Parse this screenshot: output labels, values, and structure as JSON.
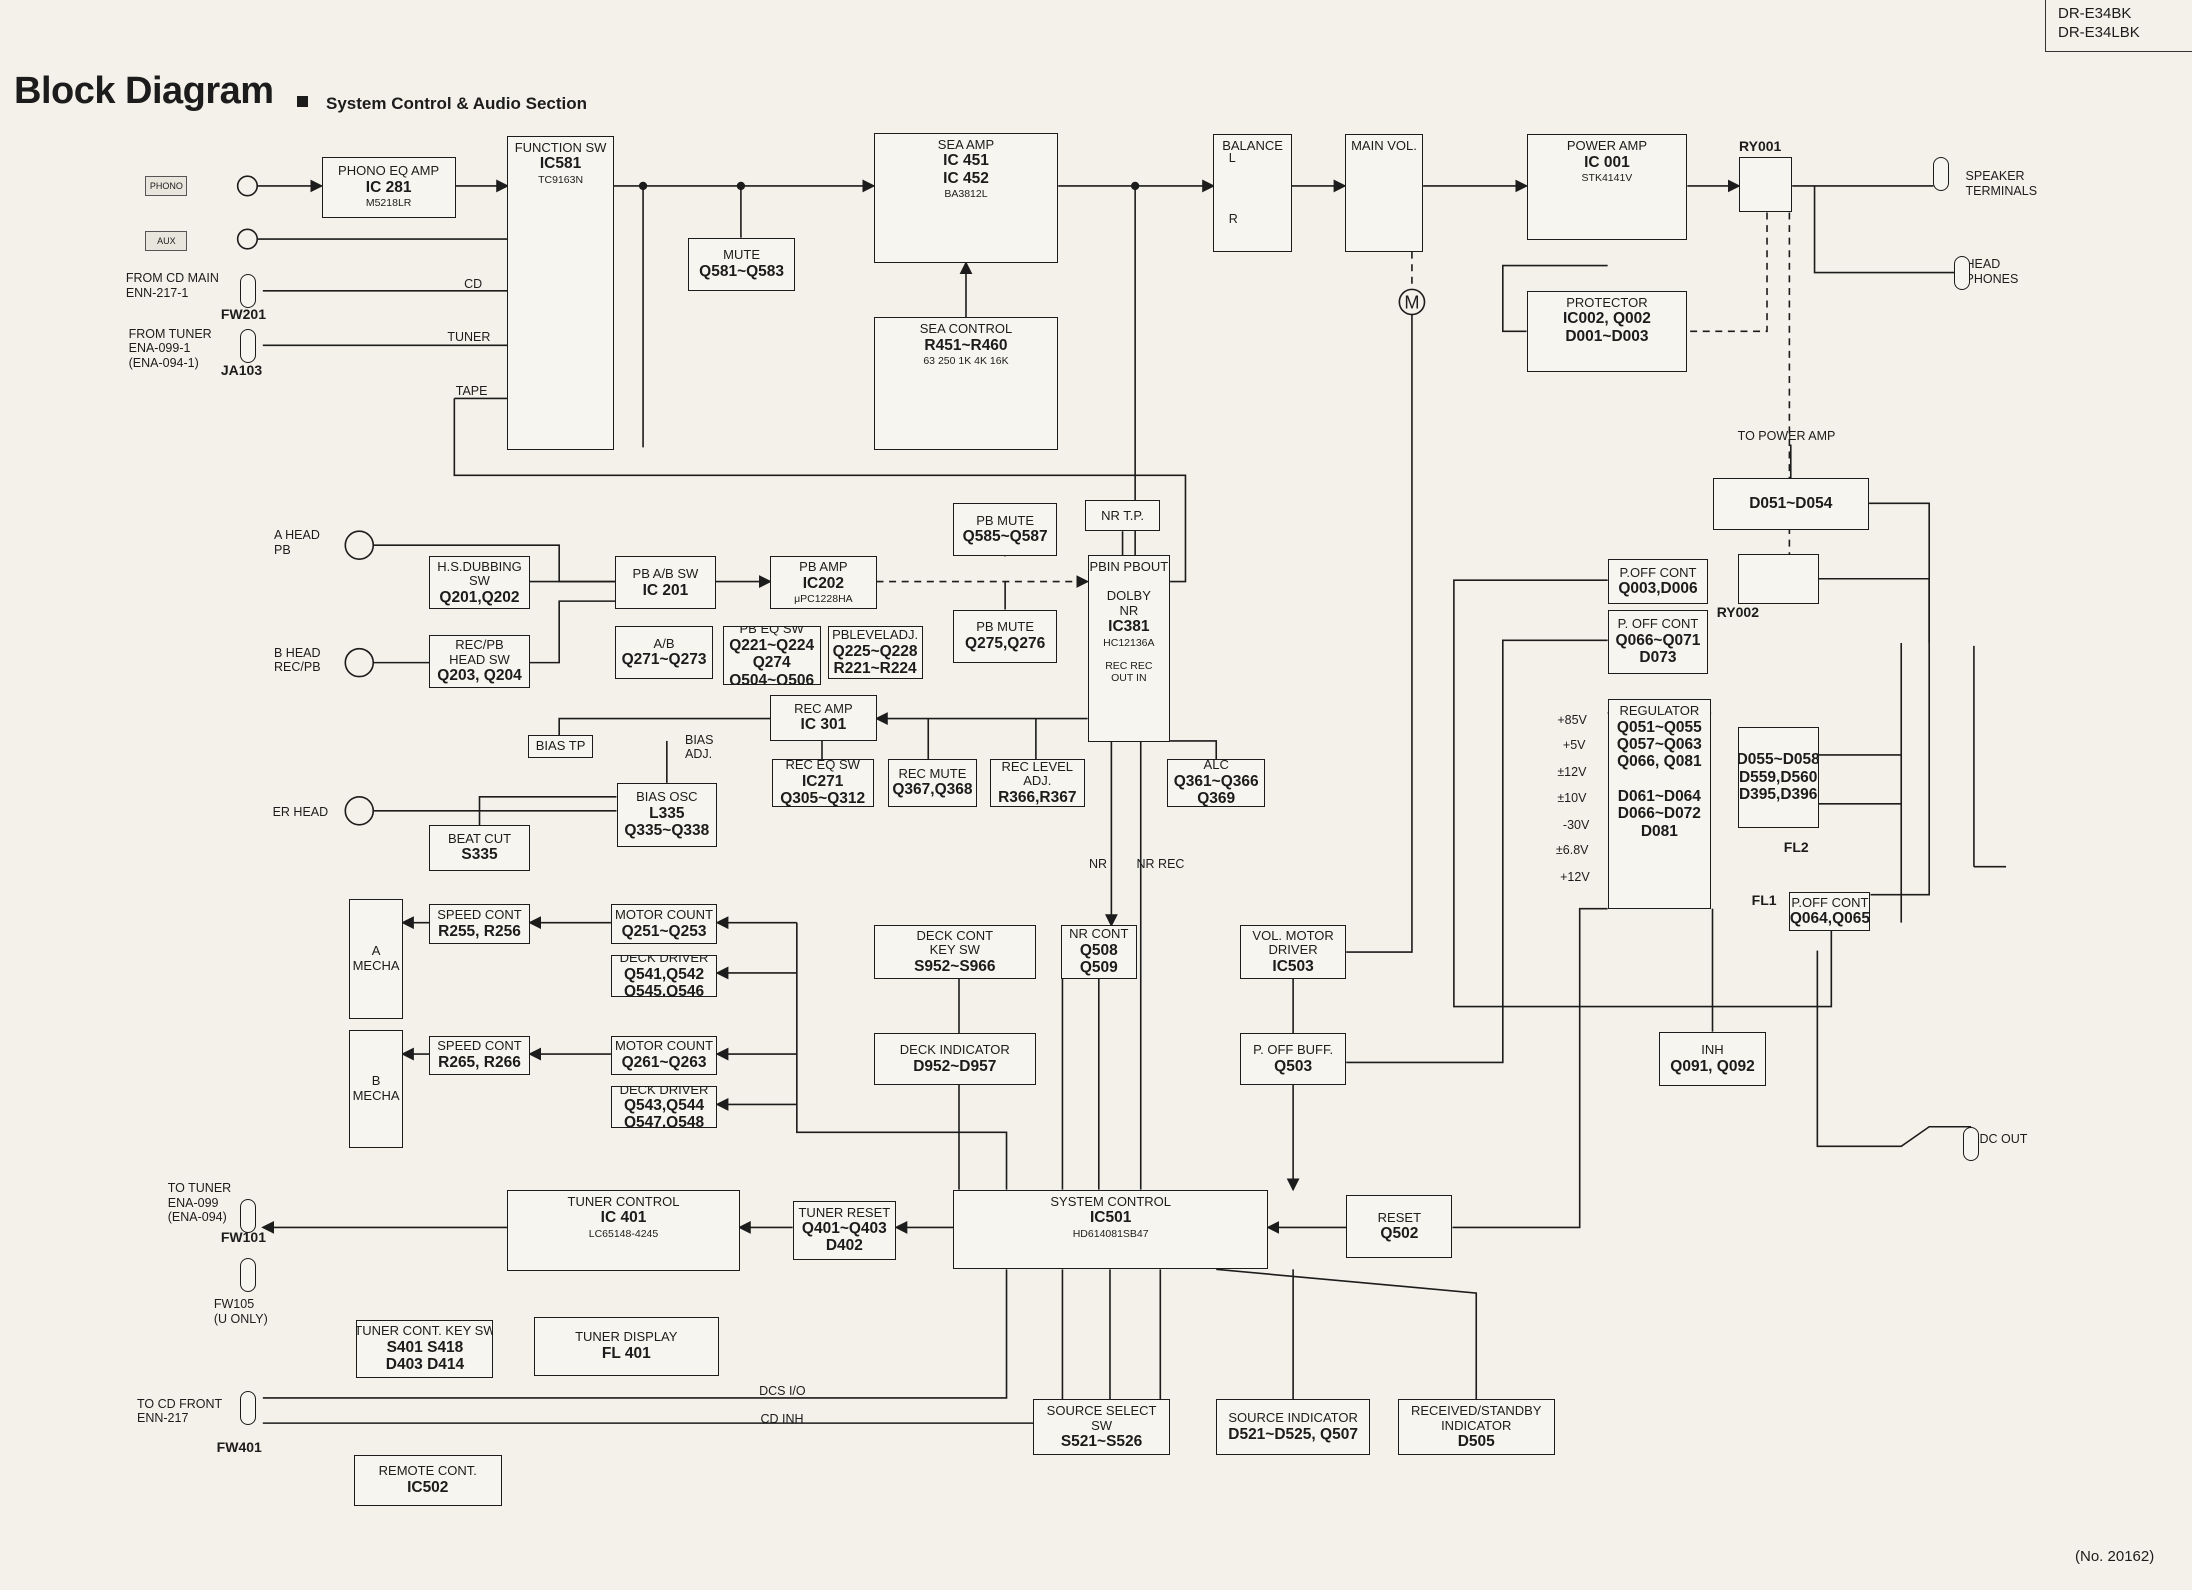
{
  "header": {
    "title": "Block Diagram",
    "subtitle": "System Control & Audio Section",
    "model_line1": "DR-E34BK",
    "model_line2": "DR-E34LBK",
    "doc_number": "(No. 20162)"
  },
  "blocks": [
    {
      "id": "phono-eq-amp",
      "t": "PHONO EQ AMP",
      "p": "IC 281",
      "s": "M5218LR"
    },
    {
      "id": "function-sw",
      "t": "FUNCTION SW",
      "p": "IC581",
      "s": "TC9163N",
      "top": true
    },
    {
      "id": "mute",
      "t": "MUTE",
      "p": "Q581~Q583"
    },
    {
      "id": "sea-amp",
      "t": "SEA AMP",
      "p": "IC 451\nIC 452",
      "s": "BA3812L",
      "top": true
    },
    {
      "id": "sea-control",
      "t": "SEA CONTROL",
      "p": "R451~R460",
      "s": "63  250  1K  4K  16K",
      "top": true
    },
    {
      "id": "balance",
      "t": "BALANCE",
      "top": true
    },
    {
      "id": "main-vol",
      "t": "MAIN VOL.",
      "top": true
    },
    {
      "id": "power-amp",
      "t": "POWER AMP",
      "p": "IC 001",
      "s": "STK4141V",
      "top": true
    },
    {
      "id": "ry001",
      "t": ""
    },
    {
      "id": "protector",
      "t": "PROTECTOR",
      "p": "IC002, Q002\nD001~D003",
      "top": true
    },
    {
      "id": "d051-d054",
      "p": "D051~D054"
    },
    {
      "id": "p-off-cont-1",
      "t": "P.OFF CONT",
      "p": "Q003,D006"
    },
    {
      "id": "ry002",
      "t": ""
    },
    {
      "id": "p-off-cont-2",
      "t": "P. OFF CONT",
      "p": "Q066~Q071\nD073"
    },
    {
      "id": "regulator",
      "t": "REGULATOR",
      "p": "Q051~Q055\nQ057~Q063\nQ066, Q081\n\nD061~D064\nD066~D072\nD081",
      "top": true
    },
    {
      "id": "diodes-right",
      "p": "D055~D058\nD559,D560\nD395,D396"
    },
    {
      "id": "p-off-cont-3",
      "t": "P.OFF CONT",
      "p": "Q064,Q065"
    },
    {
      "id": "inh",
      "t": "INH",
      "p": "Q091, Q092"
    },
    {
      "id": "nr-tp",
      "t": "NR T.P."
    },
    {
      "id": "pb-mute-1",
      "t": "PB MUTE",
      "p": "Q585~Q587"
    },
    {
      "id": "pb-mute-2",
      "t": "PB MUTE",
      "p": "Q275,Q276"
    },
    {
      "id": "dolby-nr",
      "t": "PBIN PBOUT\n\nDOLBY\nNR",
      "p": "IC381",
      "s": "HC12136A\n\nREC      REC\nOUT       IN",
      "top": true
    },
    {
      "id": "hs-dubbing",
      "t": "H.S.DUBBING\nSW",
      "p": "Q201,Q202"
    },
    {
      "id": "rec-pb-head-sw",
      "t": "REC/PB\nHEAD SW",
      "p": "Q203, Q204"
    },
    {
      "id": "pb-ab-sw",
      "t": "PB A/B SW",
      "p": "IC 201"
    },
    {
      "id": "pb-amp",
      "t": "PB AMP",
      "p": "IC202",
      "s": "μPC1228HA"
    },
    {
      "id": "ab-q271",
      "t": "A/B",
      "p": "Q271~Q273"
    },
    {
      "id": "pb-eq-sw",
      "t": "PB EQ SW",
      "p": "Q221~Q224\nQ274\nQ504~Q506"
    },
    {
      "id": "pb-level-adj",
      "t": "PBLEVELADJ.",
      "p": "Q225~Q228\nR221~R224"
    },
    {
      "id": "rec-amp",
      "t": "REC AMP",
      "p": "IC 301"
    },
    {
      "id": "bias-tp",
      "t": "BIAS TP"
    },
    {
      "id": "rec-eq-sw",
      "t": "REC EQ SW",
      "p": "IC271\nQ305~Q312"
    },
    {
      "id": "rec-mute",
      "t": "REC MUTE",
      "p": "Q367,Q368"
    },
    {
      "id": "rec-level-adj",
      "t": "REC LEVEL\nADJ.",
      "p": "R366,R367"
    },
    {
      "id": "alc",
      "t": "ALC",
      "p": "Q361~Q366\nQ369"
    },
    {
      "id": "bias-osc",
      "t": "BIAS OSC",
      "p": "L335\nQ335~Q338"
    },
    {
      "id": "beat-cut",
      "t": "BEAT CUT",
      "p": "S335"
    },
    {
      "id": "a-mecha",
      "t": "A\nMECHA"
    },
    {
      "id": "speed-cont-a",
      "t": "SPEED CONT",
      "p": "R255, R256"
    },
    {
      "id": "motor-count-a",
      "t": "MOTOR COUNT",
      "p": "Q251~Q253"
    },
    {
      "id": "deck-driver-a",
      "t": "DECK DRIVER",
      "p": "Q541,Q542\nQ545,Q546"
    },
    {
      "id": "b-mecha",
      "t": "B\nMECHA"
    },
    {
      "id": "speed-cont-b",
      "t": "SPEED CONT",
      "p": "R265, R266"
    },
    {
      "id": "motor-count-b",
      "t": "MOTOR COUNT",
      "p": "Q261~Q263"
    },
    {
      "id": "deck-driver-b",
      "t": "DECK DRIVER",
      "p": "Q543,Q544\nQ547,Q548"
    },
    {
      "id": "deck-cont-key-sw",
      "t": "DECK CONT\nKEY SW",
      "p": "S952~S966"
    },
    {
      "id": "nr-cont",
      "t": "NR CONT",
      "p": "Q508\nQ509"
    },
    {
      "id": "vol-motor-driver",
      "t": "VOL. MOTOR\nDRIVER",
      "p": "IC503"
    },
    {
      "id": "deck-indicator",
      "t": "DECK INDICATOR",
      "p": "D952~D957"
    },
    {
      "id": "p-off-buff",
      "t": "P. OFF BUFF.",
      "p": "Q503"
    },
    {
      "id": "tuner-control",
      "t": "TUNER CONTROL",
      "p": "IC 401",
      "s": "LC65148-4245",
      "top": true
    },
    {
      "id": "tuner-reset",
      "t": "TUNER RESET",
      "p": "Q401~Q403\nD402"
    },
    {
      "id": "system-control",
      "t": "SYSTEM CONTROL",
      "p": "IC501",
      "s": "HD614081SB47",
      "top": true
    },
    {
      "id": "reset",
      "t": "RESET",
      "p": "Q502"
    },
    {
      "id": "tuner-cont-key-sw",
      "t": "TUNER CONT. KEY SW",
      "p": "S401  S418\nD403  D414"
    },
    {
      "id": "tuner-display",
      "t": "TUNER DISPLAY",
      "p": "FL 401"
    },
    {
      "id": "source-select-sw",
      "t": "SOURCE SELECT\nSW",
      "p": "S521~S526"
    },
    {
      "id": "source-indicator",
      "t": "SOURCE INDICATOR",
      "p": "D521~D525, Q507"
    },
    {
      "id": "received-standby",
      "t": "RECEIVED/STANDBY\nINDICATOR",
      "p": "D505"
    },
    {
      "id": "remote-cont",
      "t": "REMOTE CONT.",
      "p": "IC502"
    }
  ],
  "labels": [
    {
      "id": "from-cd-main",
      "text": "FROM CD MAIN\nENN-217-1"
    },
    {
      "id": "fw201",
      "text": "FW201",
      "bold": true
    },
    {
      "id": "from-tuner",
      "text": "FROM TUNER\nENA-099-1\n(ENA-094-1)"
    },
    {
      "id": "ja103",
      "text": "JA103",
      "bold": true
    },
    {
      "id": "sig-cd",
      "text": "CD"
    },
    {
      "id": "sig-tuner",
      "text": "TUNER"
    },
    {
      "id": "sig-tape",
      "text": "TAPE"
    },
    {
      "id": "speaker-terminals",
      "text": "SPEAKER\nTERMINALS"
    },
    {
      "id": "head-phones",
      "text": "HEAD\nPHONES"
    },
    {
      "id": "ry001-lbl",
      "text": "RY001",
      "bold": true
    },
    {
      "id": "ry002-lbl",
      "text": "RY002",
      "bold": true
    },
    {
      "id": "to-power-amp",
      "text": "TO POWER AMP"
    },
    {
      "id": "fl2",
      "text": "FL2",
      "bold": true
    },
    {
      "id": "fl1",
      "text": "FL1",
      "bold": true
    },
    {
      "id": "dc-out",
      "text": "DC OUT"
    },
    {
      "id": "a-head-pb",
      "text": "A HEAD\nPB"
    },
    {
      "id": "b-head-rec-pb",
      "text": "B HEAD\nREC/PB"
    },
    {
      "id": "er-head",
      "text": "ER HEAD"
    },
    {
      "id": "bias-adj",
      "text": "BIAS\nADJ."
    },
    {
      "id": "nr",
      "text": "NR"
    },
    {
      "id": "nr-rec",
      "text": "NR REC"
    },
    {
      "id": "to-tuner",
      "text": "TO TUNER\nENA-099\n(ENA-094)"
    },
    {
      "id": "fw101",
      "text": "FW101",
      "bold": true
    },
    {
      "id": "fw105",
      "text": "FW105\n(U ONLY)"
    },
    {
      "id": "to-cd-front",
      "text": "TO CD FRONT\nENN-217"
    },
    {
      "id": "fw401",
      "text": "FW401",
      "bold": true
    },
    {
      "id": "dcs-io",
      "text": "DCS I/O"
    },
    {
      "id": "cd-inh",
      "text": "CD INH"
    },
    {
      "id": "v-85",
      "text": "+85V"
    },
    {
      "id": "v-5",
      "text": "+5V"
    },
    {
      "id": "v-12a",
      "text": "±12V"
    },
    {
      "id": "v-10",
      "text": "±10V"
    },
    {
      "id": "v-30",
      "text": "-30V"
    },
    {
      "id": "v-68",
      "text": "±6.8V"
    },
    {
      "id": "v-12b",
      "text": "+12V"
    },
    {
      "id": "balance-l",
      "text": "L"
    },
    {
      "id": "balance-r",
      "text": "R"
    }
  ],
  "badges": [
    {
      "id": "phono-badge",
      "text": "PHONO"
    },
    {
      "id": "aux-badge",
      "text": "AUX"
    }
  ],
  "icons": {
    "motor": "M",
    "colors": {
      "ink": "#1c1c1c",
      "paper": "#f4f1ea",
      "box": "#f7f5ef"
    }
  }
}
